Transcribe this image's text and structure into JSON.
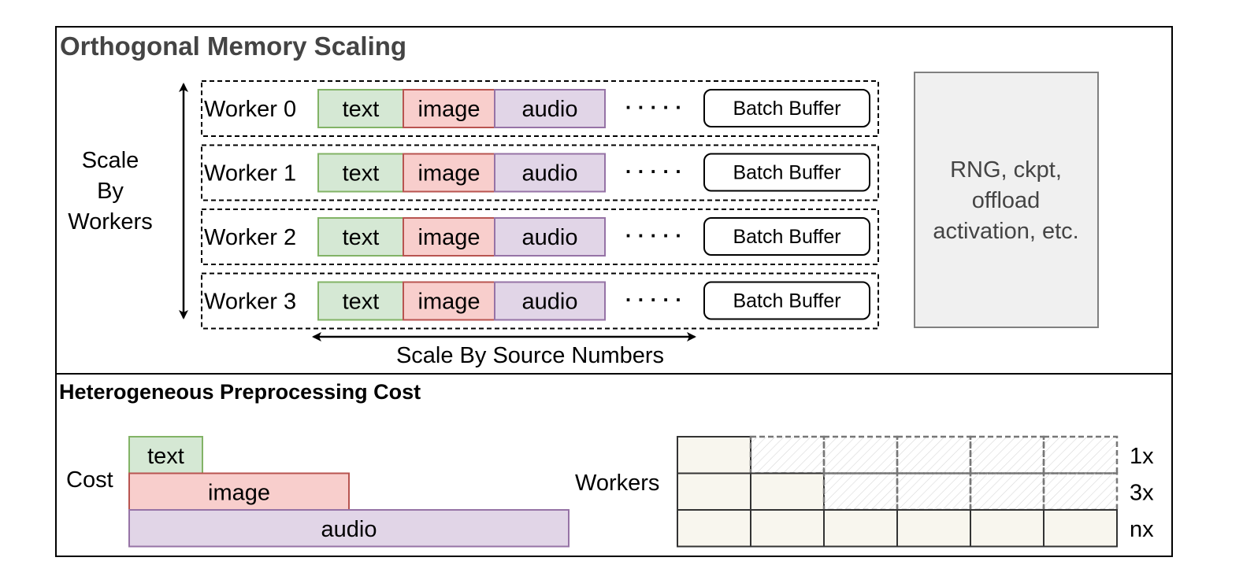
{
  "colors": {
    "text_fill": "#d5e8d4",
    "text_stroke": "#82b366",
    "image_fill": "#f8cecc",
    "image_stroke": "#b85450",
    "audio_fill": "#e1d5e7",
    "audio_stroke": "#9673a6",
    "gray_fill": "#f0f0f0",
    "gray_stroke": "#808080",
    "cell_fill": "#f8f6ee",
    "title_gray": "#444444"
  },
  "top_panel": {
    "title": "Orthogonal Memory Scaling",
    "scale_workers_label": [
      "Scale",
      "By",
      "Workers"
    ],
    "scale_sources_label": "Scale By Source Numbers",
    "workers": [
      {
        "label": "Worker 0",
        "sources": [
          "text",
          "image",
          "audio"
        ],
        "dots": "· · · · ·",
        "buffer": "Batch Buffer"
      },
      {
        "label": "Worker 1",
        "sources": [
          "text",
          "image",
          "audio"
        ],
        "dots": "· · · · ·",
        "buffer": "Batch Buffer"
      },
      {
        "label": "Worker 2",
        "sources": [
          "text",
          "image",
          "audio"
        ],
        "dots": "· · · · ·",
        "buffer": "Batch Buffer"
      },
      {
        "label": "Worker 3",
        "sources": [
          "text",
          "image",
          "audio"
        ],
        "dots": "· · · · ·",
        "buffer": "Batch Buffer"
      }
    ],
    "other_memory": [
      "RNG, ckpt,",
      "offload",
      "activation, etc."
    ]
  },
  "bottom_panel": {
    "title": "Heterogeneous Preprocessing Cost",
    "cost_label": "Cost",
    "cost_bars": [
      {
        "label": "text",
        "relative_cost": 1
      },
      {
        "label": "image",
        "relative_cost": 3
      },
      {
        "label": "audio",
        "relative_cost": 6
      }
    ],
    "workers_label": "Workers",
    "worker_rows": [
      {
        "label": "1x",
        "hatched_cols": [
          1,
          2,
          3,
          4,
          5
        ]
      },
      {
        "label": "3x",
        "hatched_cols": [
          2,
          3,
          4,
          5
        ]
      },
      {
        "label": "nx",
        "hatched_cols": []
      }
    ],
    "grid_columns": 6
  }
}
